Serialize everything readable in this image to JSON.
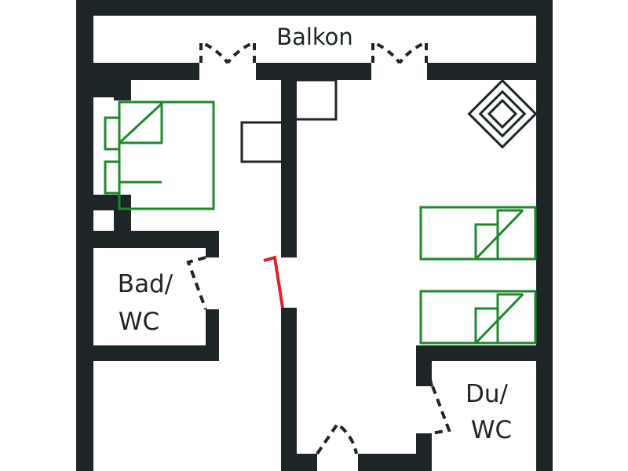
{
  "rooms": {
    "balcony": "Balkon",
    "bath_line1": "Bad/",
    "bath_line2": "WC",
    "shower_line1": "Du/",
    "shower_line2": "WC"
  },
  "colors": {
    "wall": "#1e2526",
    "bed": "#1b8a2a",
    "door_highlight": "#e0202a",
    "furniture": "#1e2526"
  },
  "icons": {
    "bed": "bed-icon",
    "armchair": "armchair-icon",
    "door": "door-swing-icon"
  }
}
